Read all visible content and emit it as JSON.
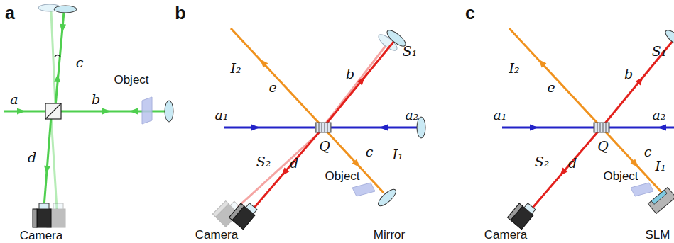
{
  "diagram": {
    "labels": [
      "a",
      "a",
      "c",
      "b",
      "Object",
      "d",
      "Camera",
      "b",
      "I₂",
      "e",
      "b",
      "S₁",
      "a₁",
      "a₂",
      "Q",
      "S₂",
      "d",
      "c",
      "I₁",
      "Object",
      "Camera",
      "Mirror",
      "c",
      "I₂",
      "e",
      "b",
      "S₁",
      "a₁",
      "a₂",
      "Q",
      "S₂",
      "d",
      "c",
      "I₁",
      "Object",
      "Camera",
      "SLM"
    ]
  }
}
